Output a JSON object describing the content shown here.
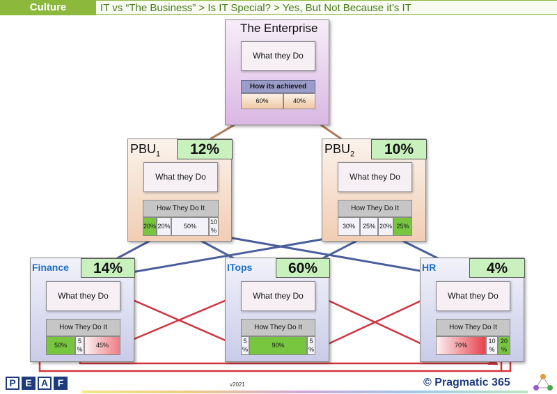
{
  "header": {
    "tag": "Culture",
    "breadcrumb": "IT vs “The Business” > Is IT Special? > Yes, But Not Because it’s IT"
  },
  "enterprise": {
    "title": "The Enterprise",
    "what": "What they Do",
    "how": "How its achieved",
    "splits": [
      "60%",
      "40%"
    ]
  },
  "pbu1": {
    "title": "PBU",
    "sub": "1",
    "pct": "12%",
    "what": "What they Do",
    "how": "How They Do It",
    "splits": [
      "20%",
      "20%",
      "50%",
      "10 %"
    ]
  },
  "pbu2": {
    "title": "PBU",
    "sub": "2",
    "pct": "10%",
    "what": "What they Do",
    "how": "How They Do It",
    "splits": [
      "30%",
      "25%",
      "20%",
      "25%"
    ]
  },
  "finance": {
    "title": "Finance",
    "pct": "14%",
    "what": "What they Do",
    "how": "How They Do It",
    "splits": [
      "50%",
      "5 %",
      "45%"
    ]
  },
  "itops": {
    "title": "ITops",
    "pct": "60%",
    "what": "What they Do",
    "how": "How They Do It",
    "splits": [
      "5 %",
      "90%",
      "5 %"
    ]
  },
  "hr": {
    "title": "HR",
    "pct": "4%",
    "what": "What they Do",
    "how": "How They Do It",
    "splits": [
      "70%",
      "10 %",
      "20 %"
    ]
  },
  "footer": {
    "logo": [
      "P",
      "E",
      "A",
      "F"
    ],
    "version": "v2021",
    "brand": "© Pragmatic 365"
  },
  "colors": {
    "header_green": "#8cb83c",
    "pct_green": "#c9f1bd",
    "seg_green": "#78c640",
    "link_brown": "#b07a58",
    "link_blue": "#4a5f9a",
    "link_red": "#d0343e",
    "unit_title_blue": "#1a6ec8"
  }
}
